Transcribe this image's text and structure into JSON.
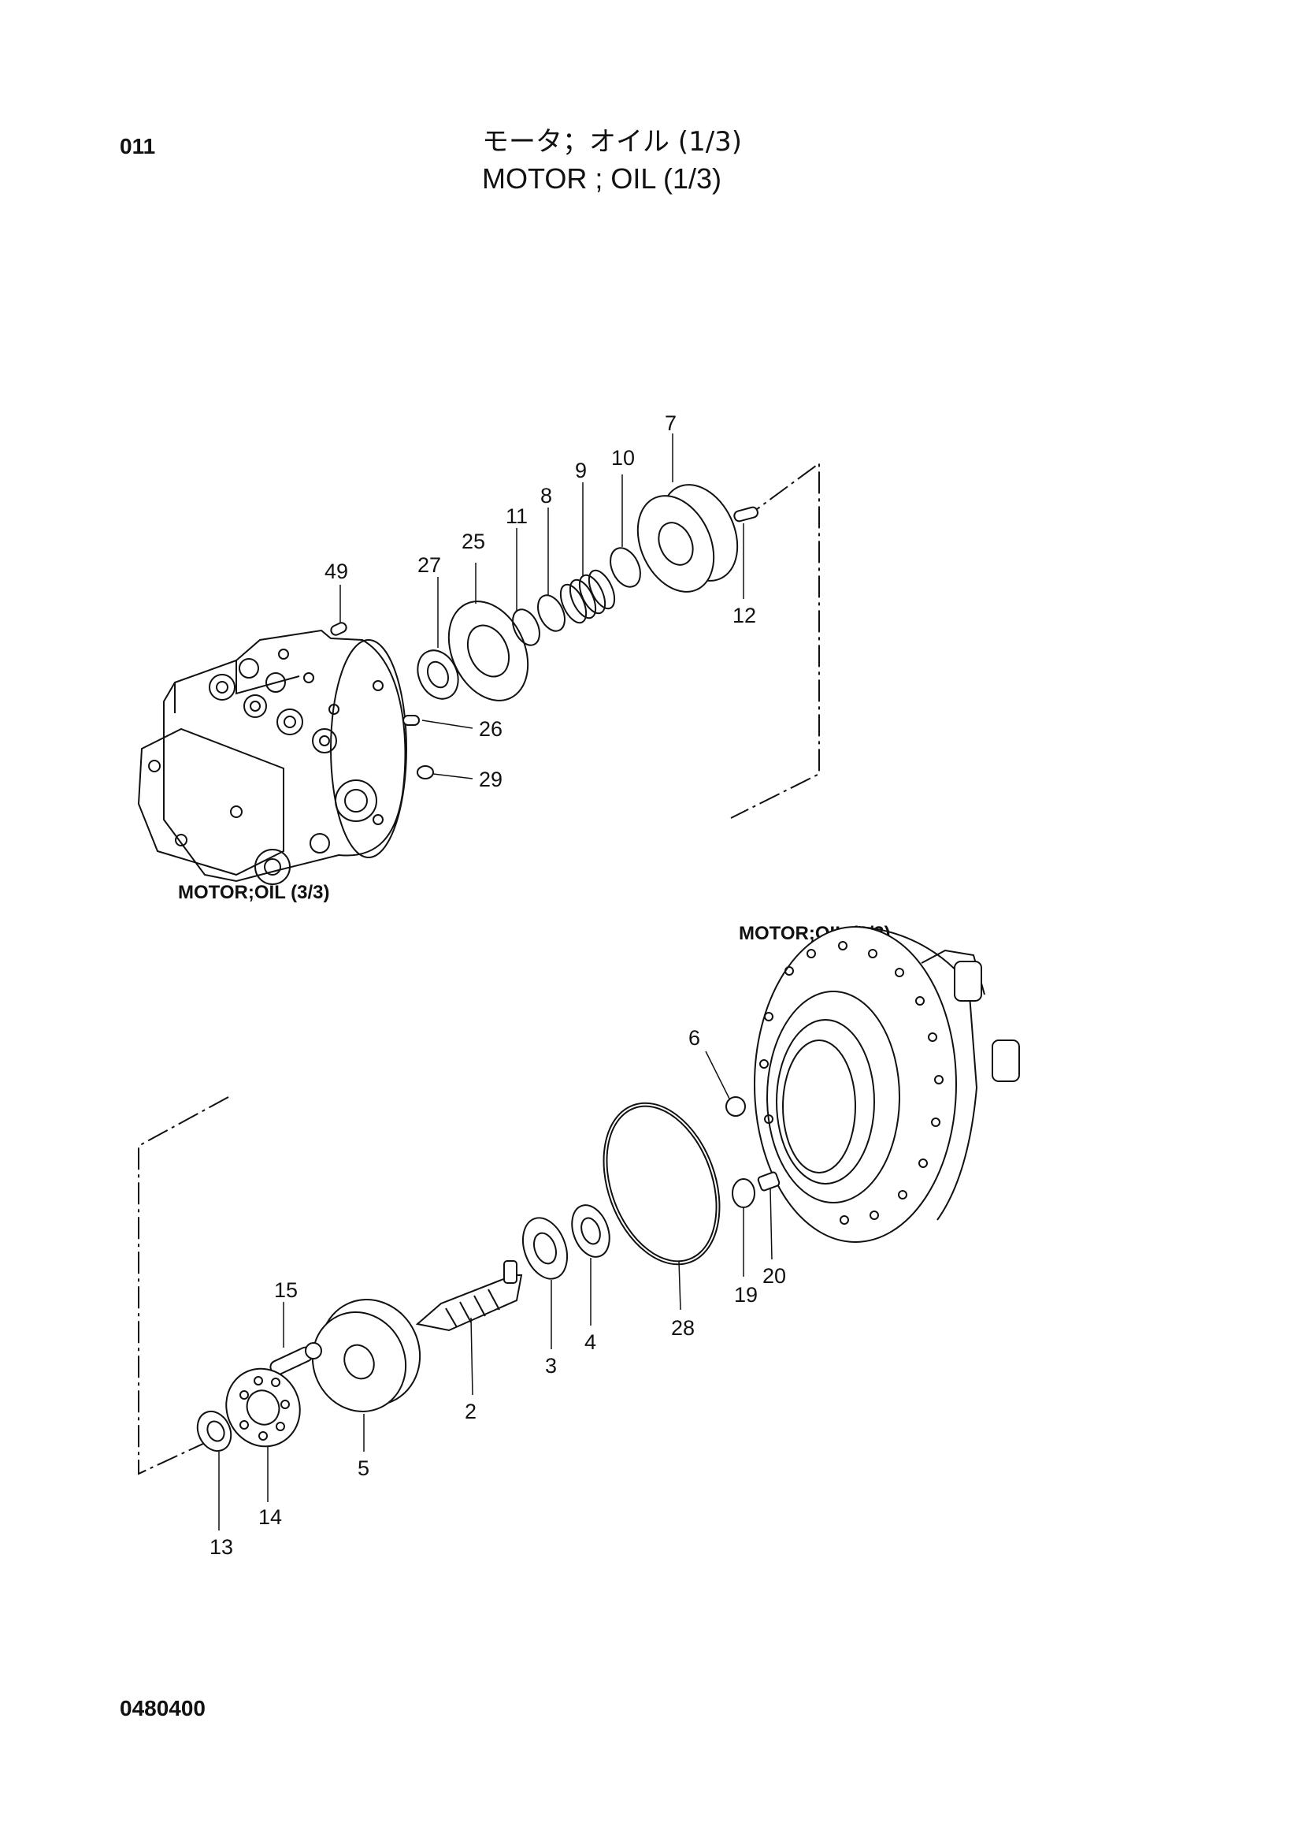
{
  "header": {
    "page_code": "011",
    "title_jp": "モータ；オイル (1/3)",
    "title_en": "MOTOR ; OIL (1/3)"
  },
  "diagram": {
    "references": {
      "motor_oil_3_3": "MOTOR;OIL (3/3)",
      "motor_oil_2_3": "MOTOR;OIL (2/3)"
    },
    "callouts": {
      "p2": "2",
      "p3": "3",
      "p4": "4",
      "p5": "5",
      "p6": "6",
      "p7": "7",
      "p8": "8",
      "p9": "9",
      "p10": "10",
      "p11": "11",
      "p12": "12",
      "p13": "13",
      "p14": "14",
      "p15": "15",
      "p19": "19",
      "p20": "20",
      "p25": "25",
      "p26": "26",
      "p27": "27",
      "p28": "28",
      "p29": "29",
      "p49": "49"
    }
  },
  "footer": {
    "doc_number": "0480400"
  }
}
